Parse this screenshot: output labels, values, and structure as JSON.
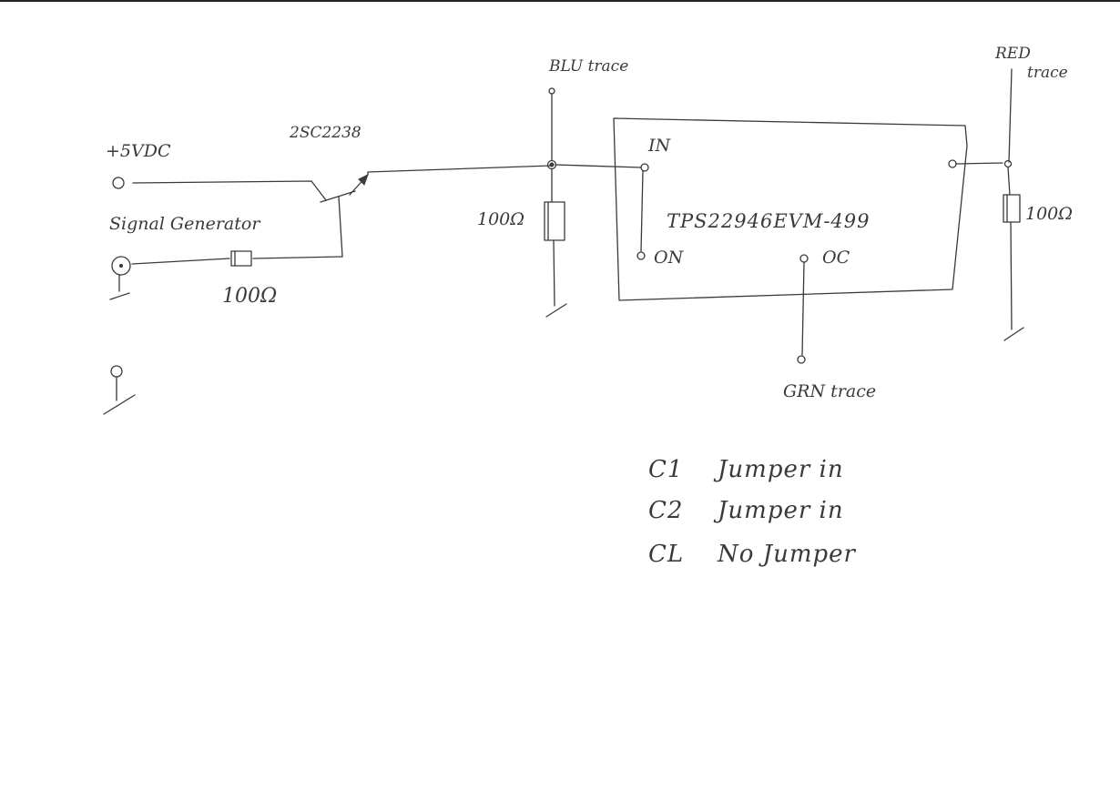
{
  "diagram": {
    "labels": {
      "supply": "+5VDC",
      "transistor": "2SC2238",
      "signal_generator": "Signal Generator",
      "resistor_gen": "100Ω",
      "blu_trace": "BLU trace",
      "resistor_blu": "100Ω",
      "pin_in": "IN",
      "chip": "TPS22946EVM-499",
      "pin_on": "ON",
      "pin_oc": "OC",
      "grn_trace": "GRN trace",
      "red_trace_line1": "RED",
      "red_trace_line2": "trace",
      "resistor_red": "100Ω"
    },
    "notes": [
      {
        "key": "C1",
        "text": "Jumper in"
      },
      {
        "key": "C2",
        "text": "Jumper in"
      },
      {
        "key": "CL",
        "text": "No Jumper"
      }
    ]
  }
}
